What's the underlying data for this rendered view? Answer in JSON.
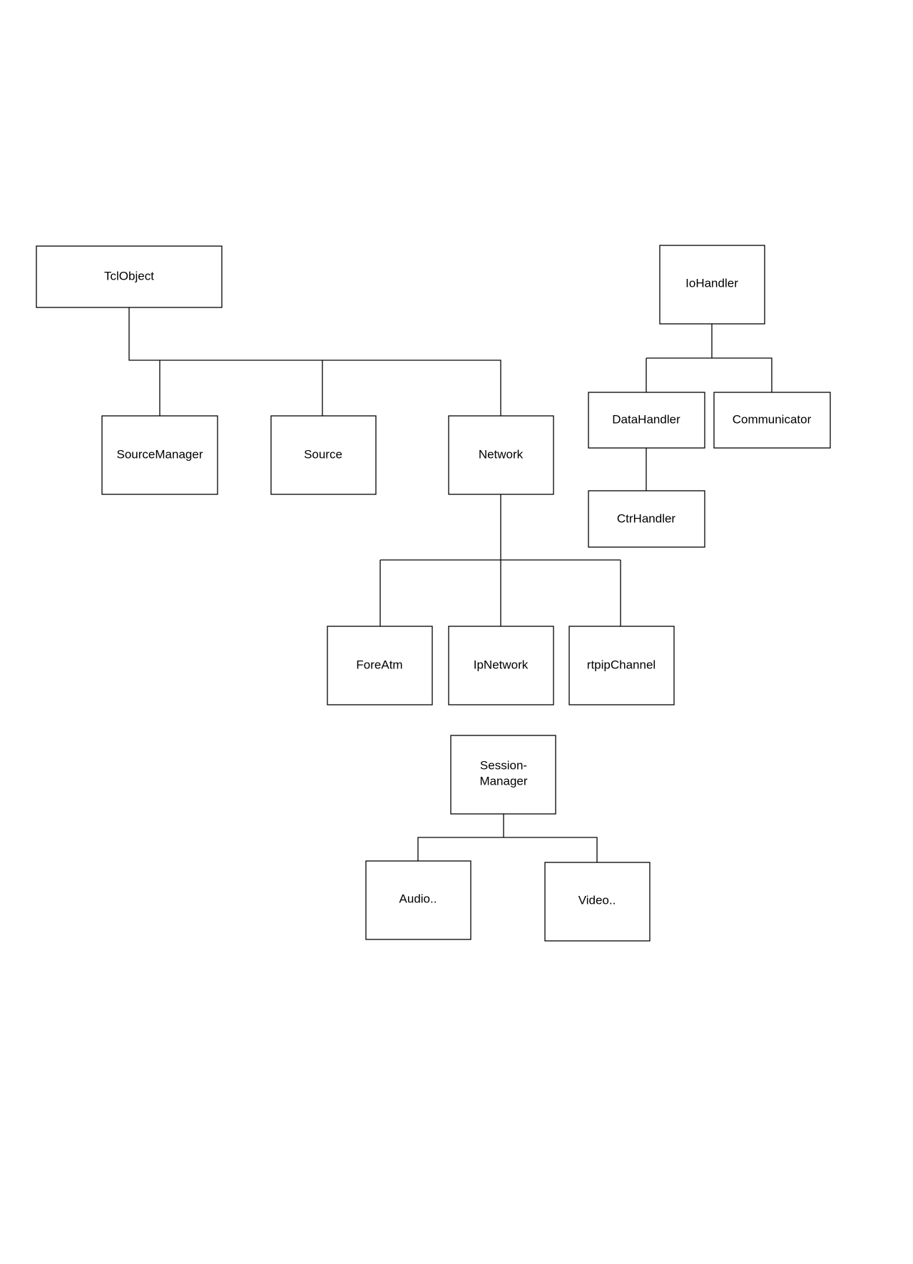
{
  "diagram": {
    "type": "class-hierarchy",
    "nodes": {
      "tclobject": "TclObject",
      "sourcemanager": "SourceManager",
      "source": "Source",
      "network": "Network",
      "foreatm": "ForeAtm",
      "ipnetwork": "IpNetwork",
      "rtpipchannel": "rtpipChannel",
      "iohandler": "IoHandler",
      "datahandler": "DataHandler",
      "communicator": "Communicator",
      "ctrhandler": "CtrHandler",
      "sessionmanager_line1": "Session-",
      "sessionmanager_line2": "Manager",
      "audio": "Audio..",
      "video": "Video.."
    },
    "edges": [
      {
        "parent": "TclObject",
        "child": "SourceManager"
      },
      {
        "parent": "TclObject",
        "child": "Source"
      },
      {
        "parent": "TclObject",
        "child": "Network"
      },
      {
        "parent": "Network",
        "child": "ForeAtm"
      },
      {
        "parent": "Network",
        "child": "IpNetwork"
      },
      {
        "parent": "Network",
        "child": "rtpipChannel"
      },
      {
        "parent": "IoHandler",
        "child": "DataHandler"
      },
      {
        "parent": "IoHandler",
        "child": "Communicator"
      },
      {
        "parent": "DataHandler",
        "child": "CtrHandler"
      },
      {
        "parent": "Session-Manager",
        "child": "Audio.."
      },
      {
        "parent": "Session-Manager",
        "child": "Video.."
      }
    ]
  }
}
